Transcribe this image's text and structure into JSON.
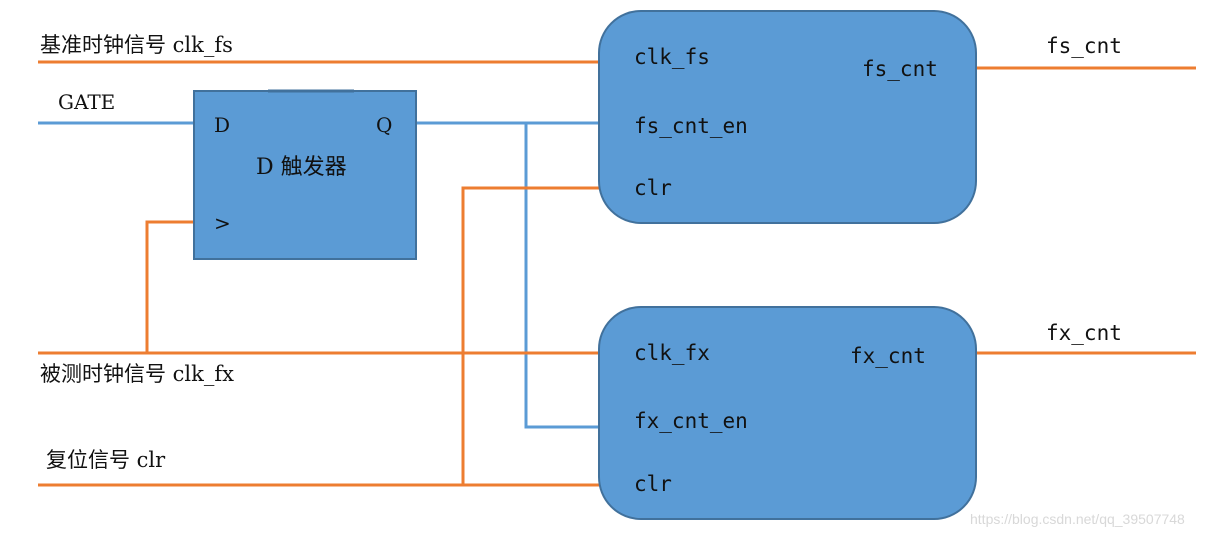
{
  "colors": {
    "orange_wire": "#ED7D31",
    "blue_wire": "#5B9BD5",
    "block_fill": "#5B9BD5",
    "block_border": "#41719C",
    "text": "#111111",
    "watermark": "#d8d8d8"
  },
  "inputs": {
    "clk_fs": "基准时钟信号 clk_fs",
    "gate": "GATE",
    "clk_fx": "被测时钟信号 clk_fx",
    "clr": "复位信号 clr"
  },
  "dff": {
    "title": "D 触发器",
    "d_pin": "D",
    "q_pin": "Q",
    "clk_pin": ">"
  },
  "counter_fs": {
    "clk_port": "clk_fs",
    "en_port": "fs_cnt_en",
    "clr_port": "clr",
    "out_port": "fs_cnt"
  },
  "counter_fx": {
    "clk_port": "clk_fx",
    "en_port": "fx_cnt_en",
    "clr_port": "clr",
    "out_port": "fx_cnt"
  },
  "outputs": {
    "fs_cnt": "fs_cnt",
    "fx_cnt": "fx_cnt"
  },
  "watermark": "https://blog.csdn.net/qq_39507748"
}
